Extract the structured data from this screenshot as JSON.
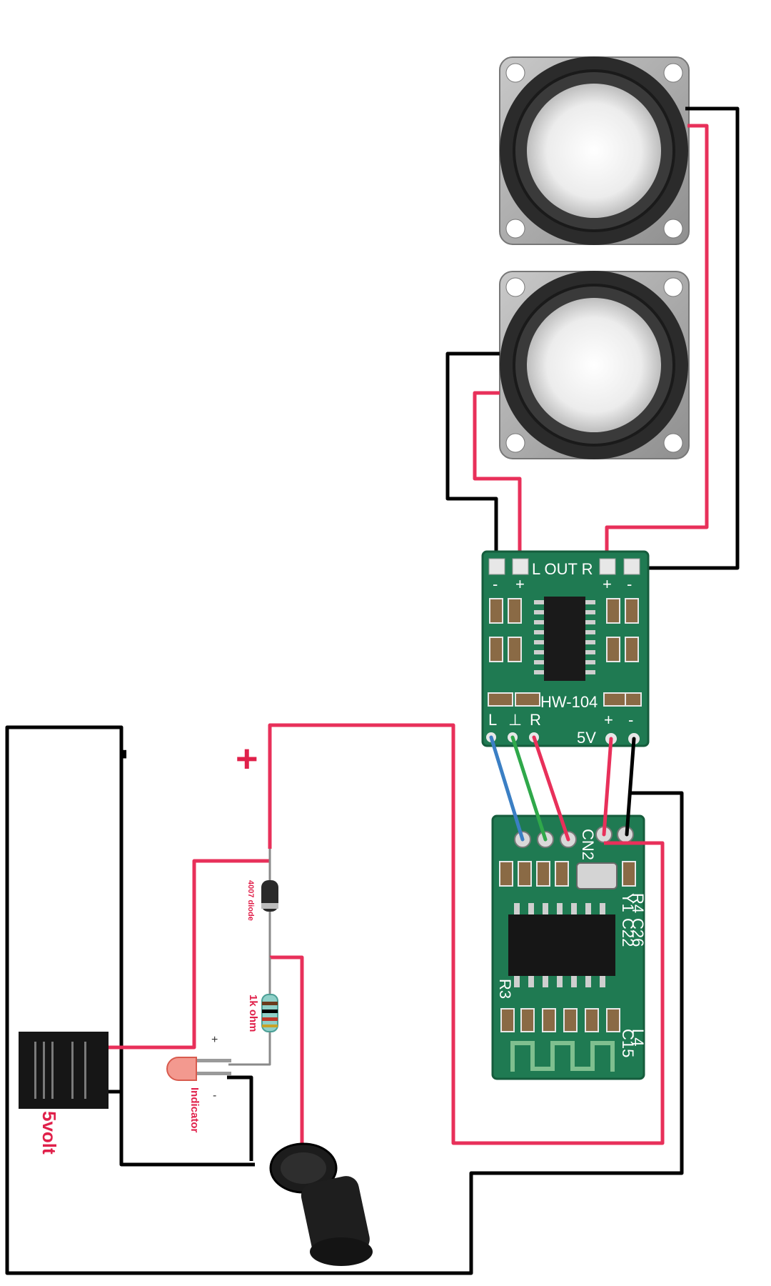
{
  "colors": {
    "wire_red": "#e8305a",
    "wire_black": "#000000",
    "wire_blue": "#3b7fc4",
    "wire_green": "#2fa84a",
    "pcb_green": "#1f7a52",
    "label_red": "#e0204a"
  },
  "labels": {
    "plus_sign": "+",
    "minus_sign": "-",
    "battery": "5volt",
    "diode": "4007 diode",
    "resistor": "1k ohm",
    "led": "Indicator",
    "led_plus": "+",
    "led_minus": "-"
  },
  "amp_board": {
    "model": "HW-104",
    "out_label": "L OUT R",
    "pins_top": [
      "-",
      "+",
      "+",
      "-"
    ],
    "pins_bottom": [
      "L",
      "⊥",
      "R",
      "5V",
      "+",
      "-"
    ]
  },
  "bt_board": {
    "marks": [
      "CN2",
      "Y1",
      "R4",
      "C22",
      "C26",
      "C15",
      "L4",
      "R3"
    ]
  },
  "components": [
    "speaker-top",
    "speaker-bottom",
    "amplifier-board",
    "bluetooth-module",
    "battery-5v",
    "diode-4007",
    "resistor-1k",
    "indicator-led",
    "rocker-switch"
  ]
}
